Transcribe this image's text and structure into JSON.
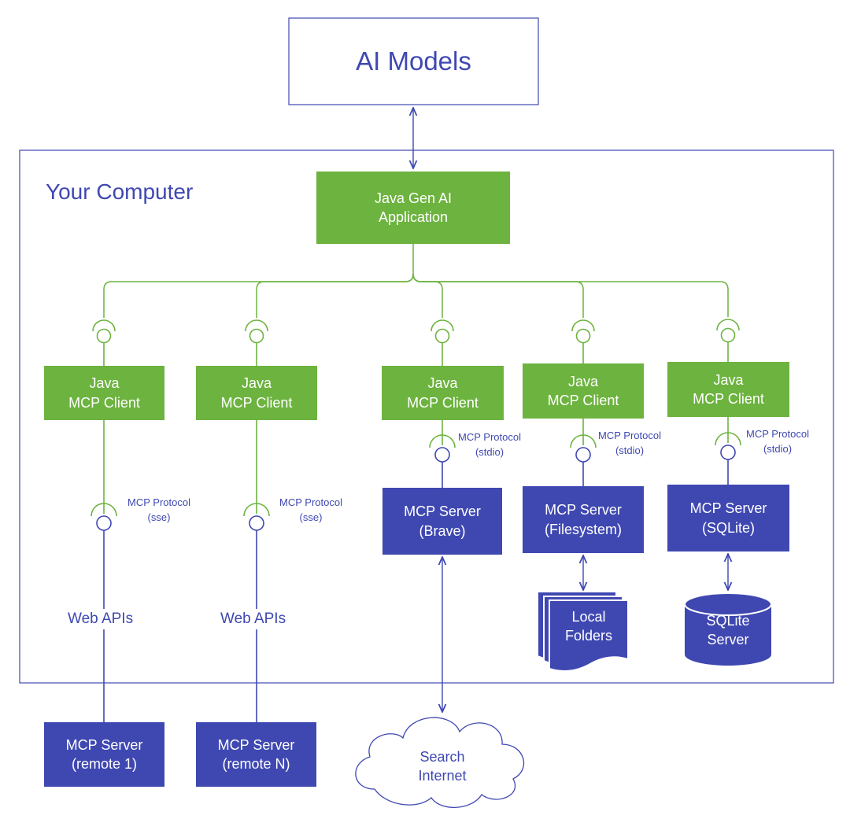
{
  "ai_models": {
    "label": "AI Models"
  },
  "computer": {
    "label": "Your Computer"
  },
  "app": {
    "label": "Java Gen AI\nApplication"
  },
  "clients": [
    {
      "label": "Java\nMCP Client"
    },
    {
      "label": "Java\nMCP Client"
    },
    {
      "label": "Java\nMCP Client"
    },
    {
      "label": "Java\nMCP Client"
    },
    {
      "label": "Java\nMCP Client"
    }
  ],
  "protocols": [
    {
      "label": "MCP Protocol\n(sse)"
    },
    {
      "label": "MCP Protocol\n(sse)"
    },
    {
      "label": "MCP Protocol\n(stdio)"
    },
    {
      "label": "MCP Protocol\n(stdio)"
    },
    {
      "label": "MCP Protocol\n(stdio)"
    }
  ],
  "web_apis": [
    {
      "label": "Web APIs"
    },
    {
      "label": "Web APIs"
    }
  ],
  "local_servers": [
    {
      "label": "MCP Server\n(Brave)"
    },
    {
      "label": "MCP Server\n(Filesystem)"
    },
    {
      "label": "MCP Server\n(SQLite)"
    }
  ],
  "remote_servers": [
    {
      "label": "MCP Server\n(remote 1)"
    },
    {
      "label": "MCP Server\n(remote N)"
    }
  ],
  "folders": {
    "label": "Local\nFolders"
  },
  "database": {
    "label": "SQLite\nServer"
  },
  "cloud": {
    "label": "Search\nInternet"
  },
  "colors": {
    "green": "#6db33f",
    "blue": "#3f48b1",
    "border": "#3f48b1"
  }
}
